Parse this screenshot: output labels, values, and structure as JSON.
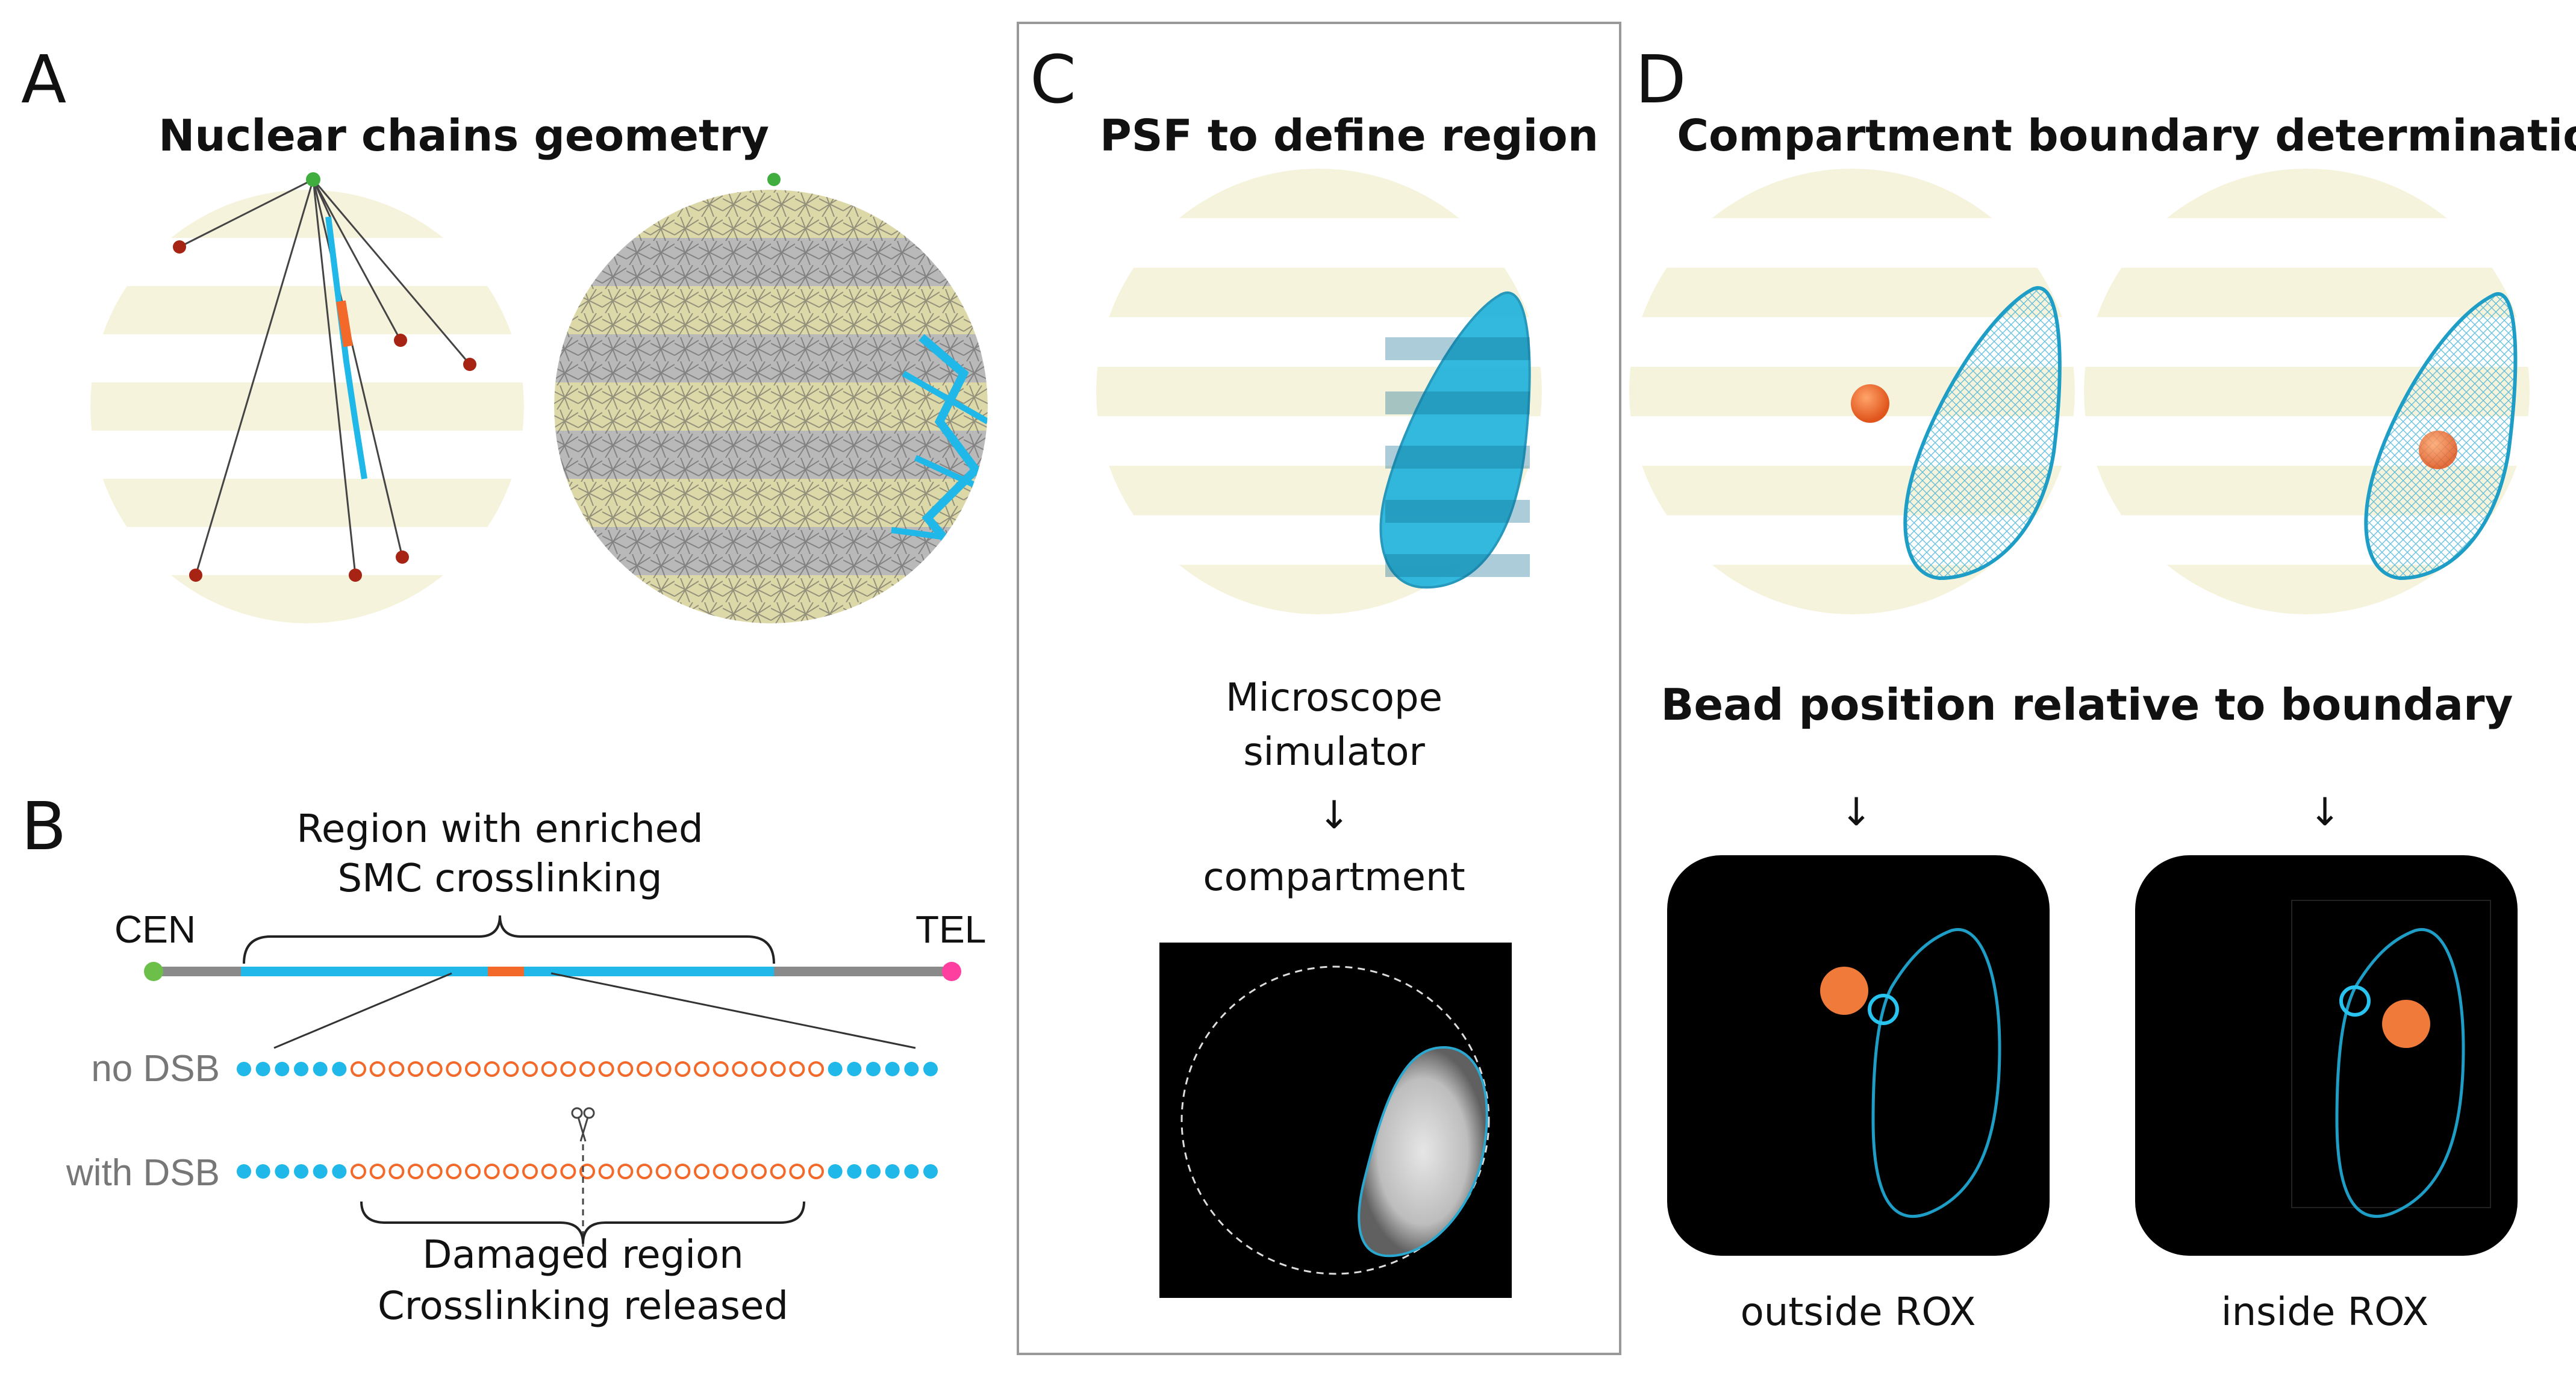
{
  "panels": {
    "A": {
      "label": "A",
      "title": "Nuclear chains geometry"
    },
    "B": {
      "label": "B",
      "region_line1": "Region with enriched",
      "region_line2": "SMC crosslinking",
      "cen": "CEN",
      "tel": "TEL",
      "no_dsb": "no DSB",
      "with_dsb": "with DSB",
      "damaged_line1": "Damaged region",
      "damaged_line2": "Crosslinking released",
      "colors": {
        "cen": "#6cc04a",
        "tel": "#ff3fa0",
        "chain": "#8a8a8a",
        "smc": "#1fb8e8",
        "dsb": "#f2692a"
      }
    },
    "C": {
      "label": "C",
      "title": "PSF to define region",
      "sim_line1": "Microscope",
      "sim_line2": "simulator",
      "arrow": "↓",
      "compartment": "compartment"
    },
    "D": {
      "label": "D",
      "title": "Compartment boundary determination",
      "subtitle": "Bead position relative to boundary",
      "arrow": "↓",
      "outside": "outside ROX",
      "inside": "inside ROX",
      "colors": {
        "boundary": "#1e9ec6",
        "bead": "#f07a3a"
      }
    }
  }
}
